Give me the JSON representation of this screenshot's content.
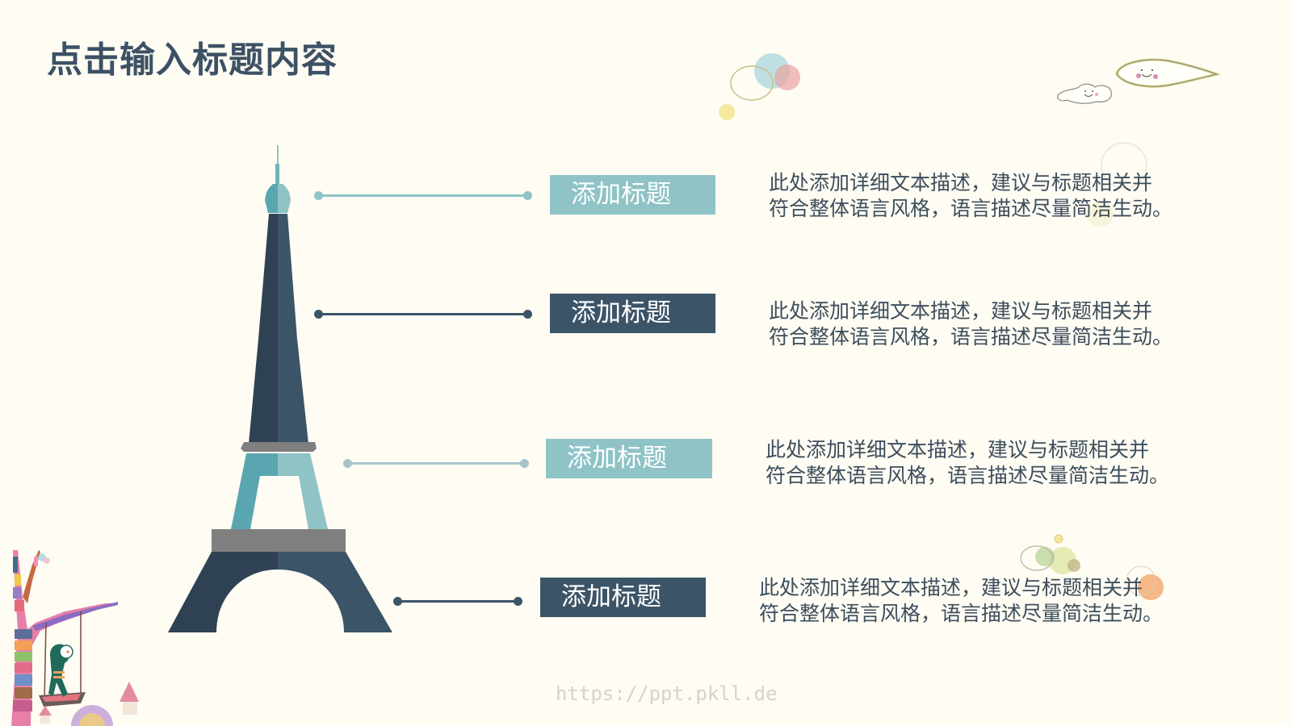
{
  "slide": {
    "title": "点击输入标题内容",
    "watermark": "https://ppt.pkll.de"
  },
  "colors": {
    "background": "#fefcf3",
    "title": "#3d5165",
    "teal_light": "#8fc3c6",
    "navy": "#3c5468",
    "navy_dark": "#2f4253",
    "teal_mid": "#5aa6b0",
    "gray_band": "#7f7f7f",
    "desc_text": "#3d4d5c"
  },
  "items": [
    {
      "label": "添加标题",
      "style": "light",
      "description_line1": "此处添加详细文本描述，建议与标题相关并",
      "description_line2": "符合整体语言风格，语言描述尽量简洁生动。"
    },
    {
      "label": "添加标题",
      "style": "dark",
      "description_line1": "此处添加详细文本描述，建议与标题相关并",
      "description_line2": "符合整体语言风格，语言描述尽量简洁生动。"
    },
    {
      "label": "添加标题",
      "style": "light",
      "description_line1": "此处添加详细文本描述，建议与标题相关并",
      "description_line2": "符合整体语言风格，语言描述尽量简洁生动。"
    },
    {
      "label": "添加标题",
      "style": "dark",
      "description_line1": "此处添加详细文本描述，建议与标题相关并",
      "description_line2": "符合整体语言风格，语言描述尽量简洁生动。"
    }
  ],
  "icons": {
    "tower": "eiffel-tower-illustration",
    "clouds": "smiling-clouds",
    "bubbles": "pastel-bubbles",
    "tree_swing": "patchwork-tree-swing"
  }
}
